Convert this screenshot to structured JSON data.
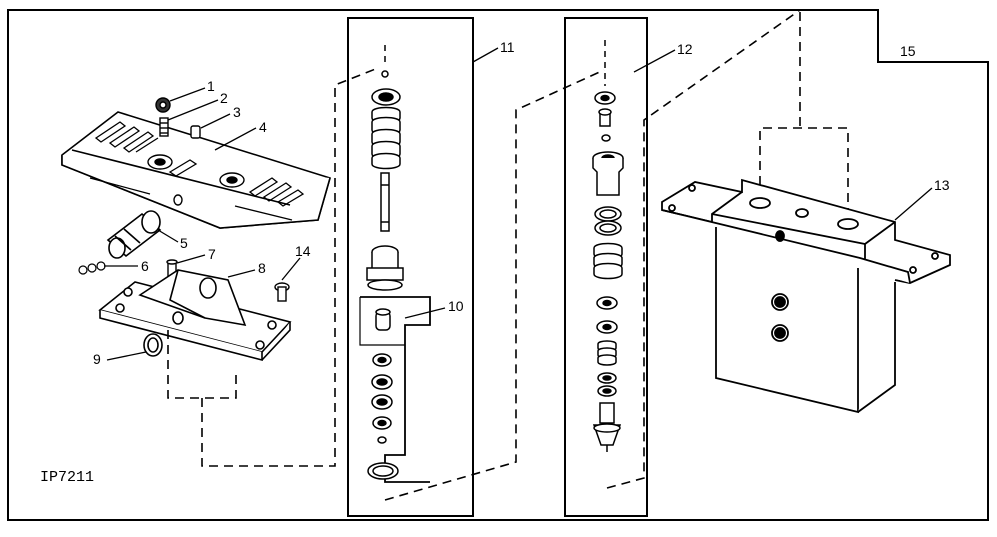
{
  "diagram": {
    "figure_code": "IP7211",
    "callouts": [
      "1",
      "2",
      "3",
      "4",
      "5",
      "6",
      "7",
      "8",
      "9",
      "10",
      "11",
      "12",
      "13",
      "14",
      "15"
    ]
  }
}
